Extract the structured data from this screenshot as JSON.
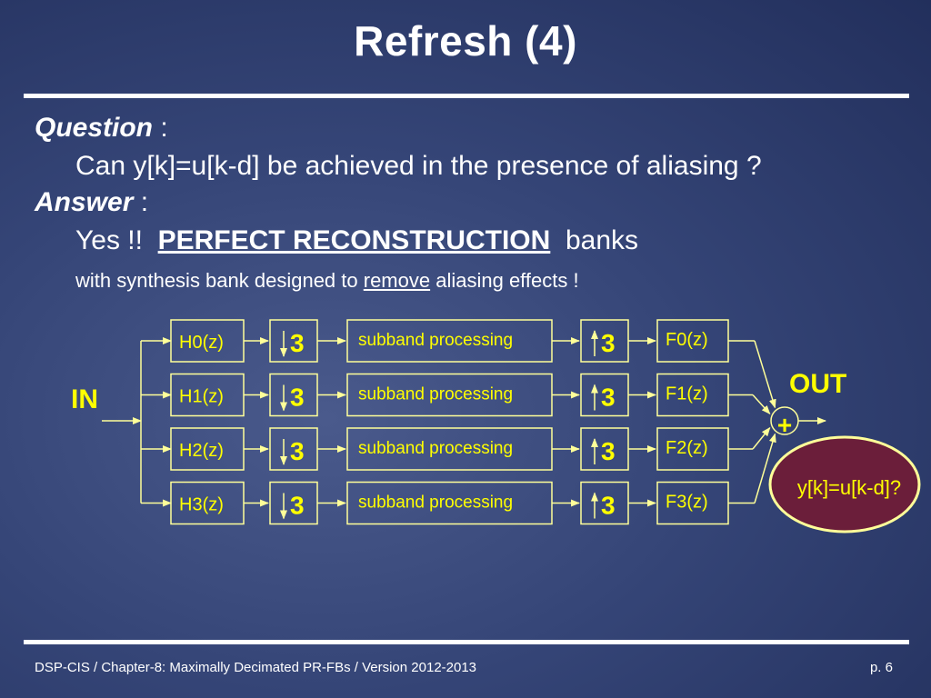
{
  "slide": {
    "title": "Refresh (4)",
    "question_label": "Question",
    "question_sep": " :",
    "question_text": "Can y[k]=u[k-d] be achieved  in the presence of aliasing ?",
    "answer_label": "Answer",
    "answer_sep": " :",
    "answer_yes": "Yes !!  ",
    "answer_pr": "PERFECT RECONSTRUCTION",
    "answer_banks": "  banks",
    "note_pre": "with synthesis bank designed to ",
    "note_u": "remove",
    "note_post": " aliasing effects !"
  },
  "diagram": {
    "in_label": "IN",
    "out_label": "OUT",
    "sum_symbol": "+",
    "result_label": "y[k]=u[k-d]?",
    "analysis": [
      "H0(z)",
      "H1(z)",
      "H2(z)",
      "H3(z)"
    ],
    "down_factor": [
      "3",
      "3",
      "3",
      "3"
    ],
    "processing": [
      "subband processing",
      "subband processing",
      "subband processing",
      "subband processing"
    ],
    "up_factor": [
      "3",
      "3",
      "3",
      "3"
    ],
    "synthesis": [
      "F0(z)",
      "F1(z)",
      "F2(z)",
      "F3(z)"
    ],
    "colors": {
      "line": "#ffff99",
      "label": "#ffff00",
      "ellipse_fill": "#6b1e3a",
      "ellipse_stroke": "#ffff99"
    }
  },
  "footer": {
    "left": "DSP-CIS  /  Chapter-8: Maximally Decimated PR-FBs  /  Version 2012-2013",
    "right": "p. 6"
  }
}
